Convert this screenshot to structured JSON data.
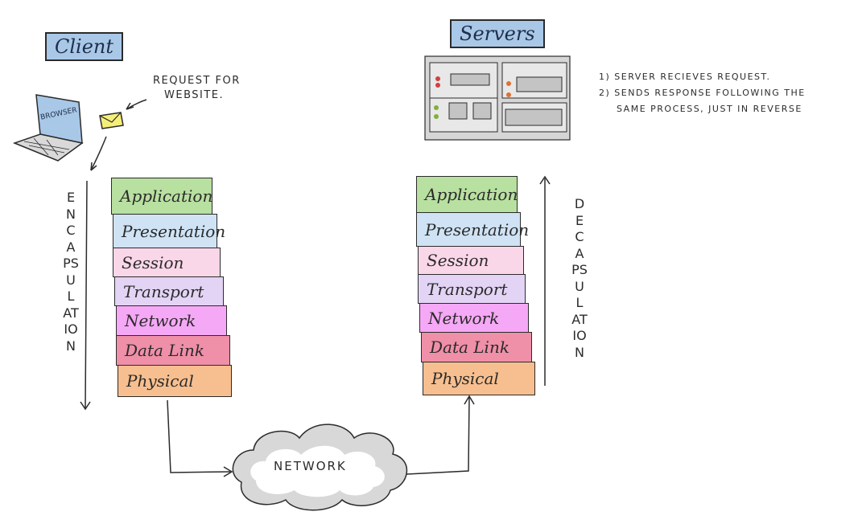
{
  "client": {
    "title": "Client",
    "device_label": "BROWSER",
    "request_note": [
      "REQUEST FOR",
      "WEBSITE."
    ]
  },
  "servers": {
    "title": "Servers",
    "notes": [
      "1) SERVER RECIEVES REQUEST.",
      "2) SENDS RESPONSE FOLLOWING THE",
      "SAME PROCESS, JUST IN REVERSE"
    ]
  },
  "left_stack": {
    "side_label": "ENCAPSULATION"
  },
  "right_stack": {
    "side_label": "DECAPSULATION"
  },
  "layers": [
    {
      "name": "Application",
      "color": "#b8e0a0"
    },
    {
      "name": "Presentation",
      "color": "#cfe3f5"
    },
    {
      "name": "Session",
      "color": "#fad7e8"
    },
    {
      "name": "Transport",
      "color": "#e3d4f5"
    },
    {
      "name": "Network",
      "color": "#f5a8f5"
    },
    {
      "name": "Data Link",
      "color": "#ef8fa8"
    },
    {
      "name": "Physical",
      "color": "#f7bf8f"
    }
  ],
  "network": {
    "label": "NETWORK"
  }
}
